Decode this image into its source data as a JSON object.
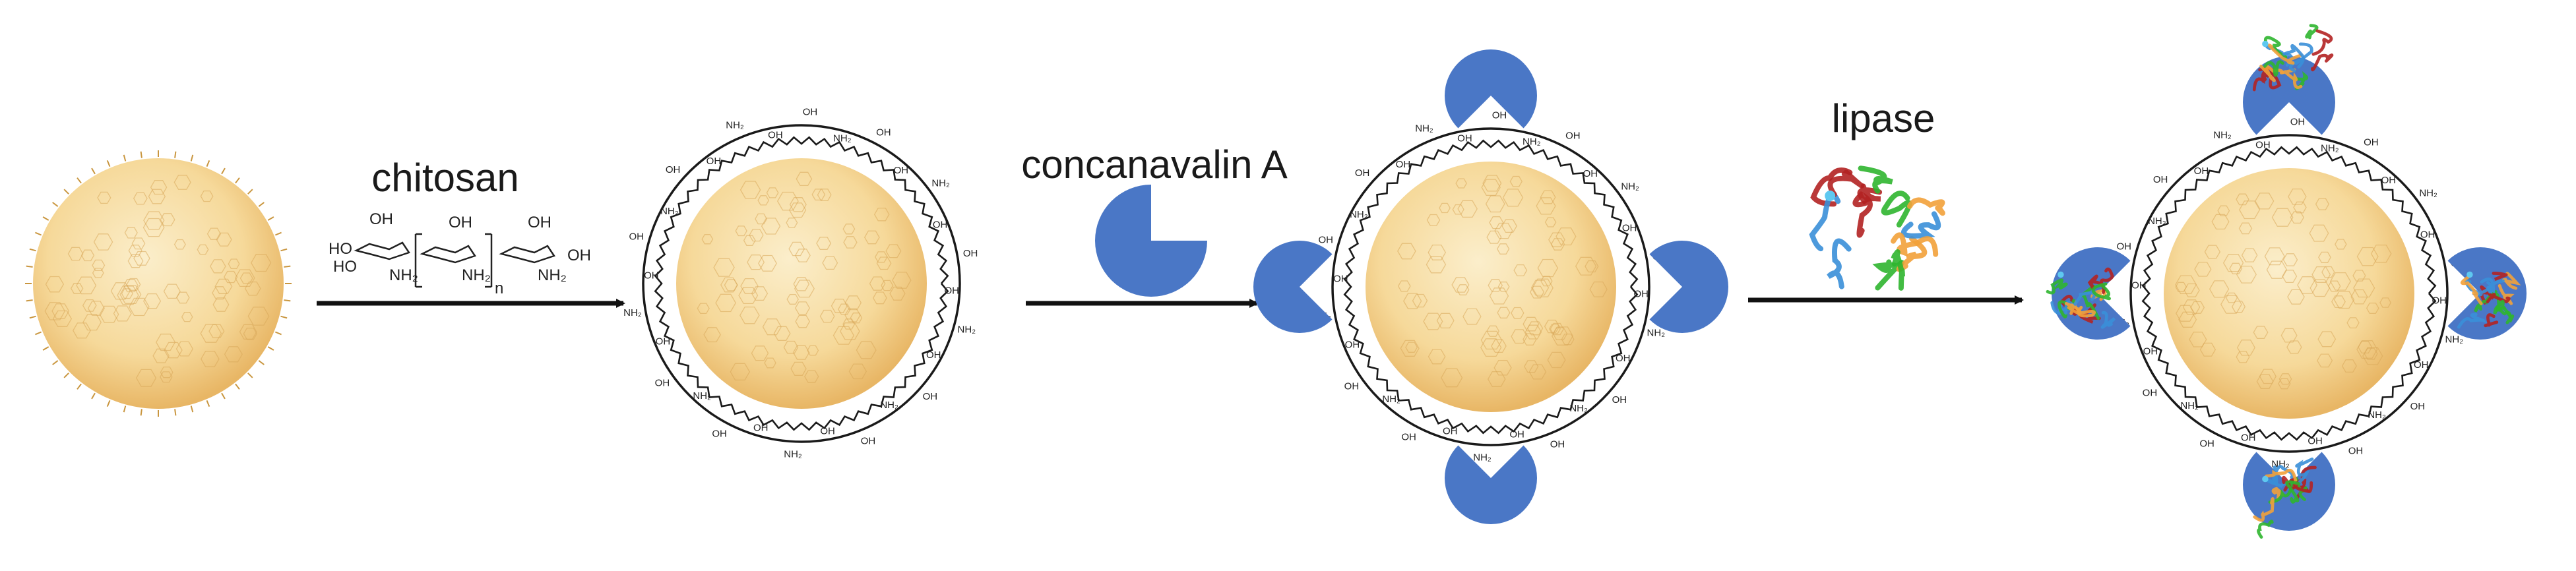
{
  "labels": {
    "chitosan": "chitosan",
    "concanavalin": "concanavalin A",
    "lipase": "lipase"
  },
  "chem_groups": {
    "hydroxyl": "OH",
    "hydroxyl_left": "HO",
    "amine": "NH₂",
    "repeat": "n"
  },
  "colors": {
    "particle_core": "#f7dfa6",
    "particle_edge": "#e5b560",
    "concanavalin": "#4a77c6",
    "arrow": "#111111",
    "chitosan_chain": "#1a1a1a",
    "lipase_helix": "#b22222",
    "lipase_sheet": "#2fb52f",
    "lipase_loop": "#3a8fd8",
    "lipase_accent": "#f2a13a"
  }
}
